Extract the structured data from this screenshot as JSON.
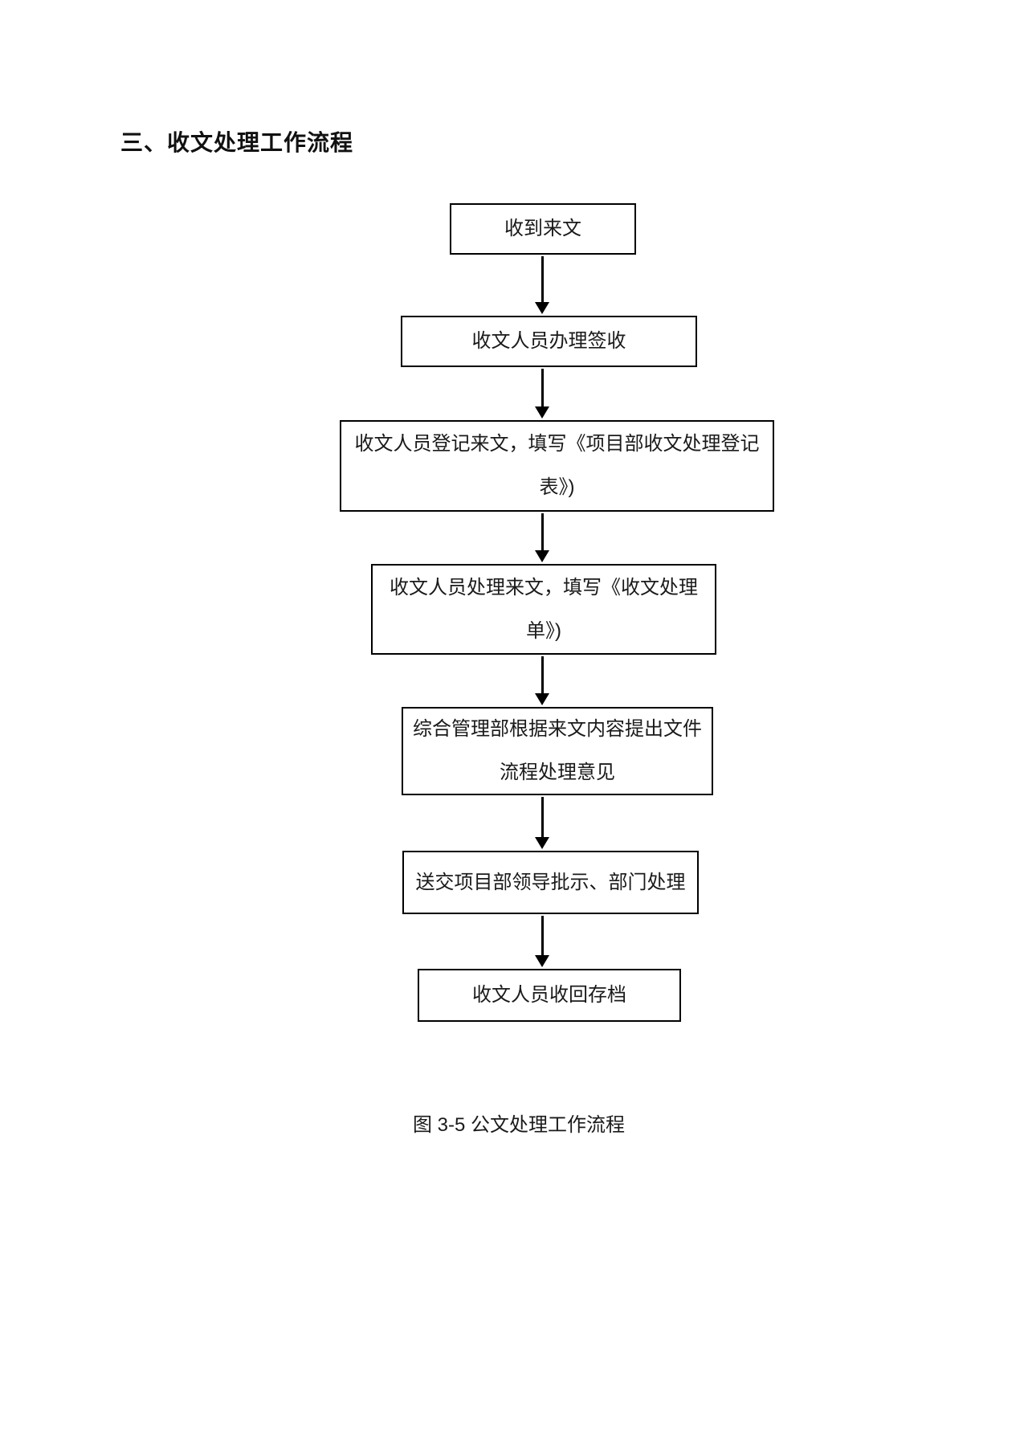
{
  "page": {
    "heading": "三、收文处理工作流程",
    "caption": "图 3-5 公文处理工作流程",
    "background_color": "#ffffff",
    "line_color": "#000000",
    "text_color": "#1a1a1a"
  },
  "flowchart": {
    "type": "vertical-flowchart",
    "nodes": [
      {
        "id": 1,
        "text": "收到来文"
      },
      {
        "id": 2,
        "text": "收文人员办理签收"
      },
      {
        "id": 3,
        "text": "收文人员登记来文，填写《项目部收文处理登记\n表》)"
      },
      {
        "id": 4,
        "text": "收文人员处理来文，填写《收文处理\n单》)"
      },
      {
        "id": 5,
        "text": "综合管理部根据来文内容提出文件\n流程处理意见"
      },
      {
        "id": 6,
        "text": "送交项目部领导批示、部门处理"
      },
      {
        "id": 7,
        "text": "收文人员收回存档"
      }
    ],
    "edges": [
      {
        "from": 1,
        "to": 2
      },
      {
        "from": 2,
        "to": 3
      },
      {
        "from": 3,
        "to": 4
      },
      {
        "from": 4,
        "to": 5
      },
      {
        "from": 5,
        "to": 6
      },
      {
        "from": 6,
        "to": 7
      }
    ]
  }
}
